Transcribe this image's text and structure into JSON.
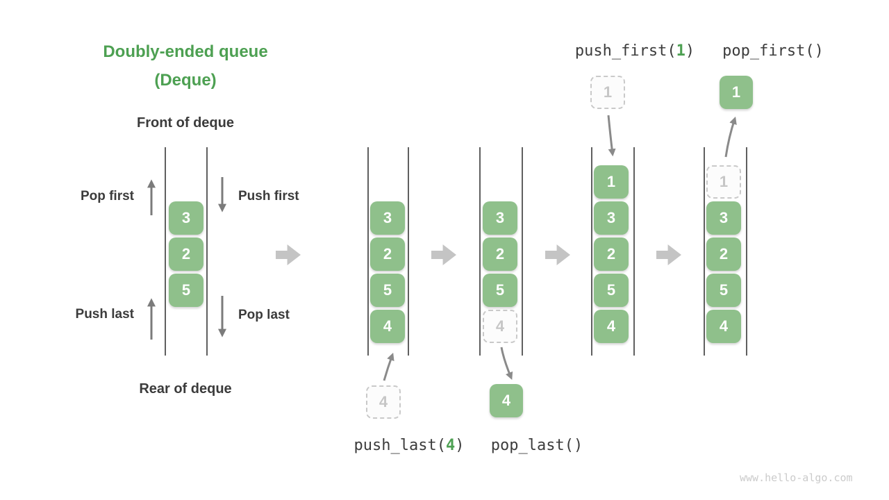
{
  "colors": {
    "cell_green": "#8FC08B",
    "title_green": "#4DA052",
    "label_dark": "#3B3B3B",
    "wall_gray": "#5F5F5F",
    "arrow_gray": "#7B7B7B",
    "curve_arrow_gray": "#8A8A8A",
    "block_arrow_gray": "#C4C4C4",
    "ghost_gray": "#C9C9C9",
    "watermark_gray": "#CBCBCB"
  },
  "title": {
    "line1": "Doubly-ended queue",
    "line2": "(Deque)"
  },
  "endpoint_labels": {
    "front": "Front of deque",
    "rear": "Rear of deque"
  },
  "operation_labels": {
    "pop_first": "Pop first",
    "push_first": "Push first",
    "push_last": "Push last",
    "pop_last": "Pop last"
  },
  "code_labels": {
    "push_last": {
      "pre": "push_last(",
      "arg": "4",
      "post": ")"
    },
    "pop_last": {
      "text": "pop_last()"
    },
    "push_first": {
      "pre": "push_first(",
      "arg": "1",
      "post": ")"
    },
    "pop_first": {
      "text": "pop_first()"
    }
  },
  "queues": [
    {
      "cells": [
        "3",
        "2",
        "5"
      ]
    },
    {
      "cells": [
        "3",
        "2",
        "5",
        "4"
      ]
    },
    {
      "cells": [
        "3",
        "2",
        "5"
      ],
      "ghost_cell": "4"
    },
    {
      "cells": [
        "1",
        "3",
        "2",
        "5",
        "4"
      ]
    },
    {
      "ghost_cell": "1",
      "cells": [
        "3",
        "2",
        "5",
        "4"
      ]
    }
  ],
  "floating_cells": {
    "push_last_input": "4",
    "pop_last_output": "4",
    "push_first_input": "1",
    "pop_first_output": "1"
  },
  "watermark": "www.hello-algo.com"
}
